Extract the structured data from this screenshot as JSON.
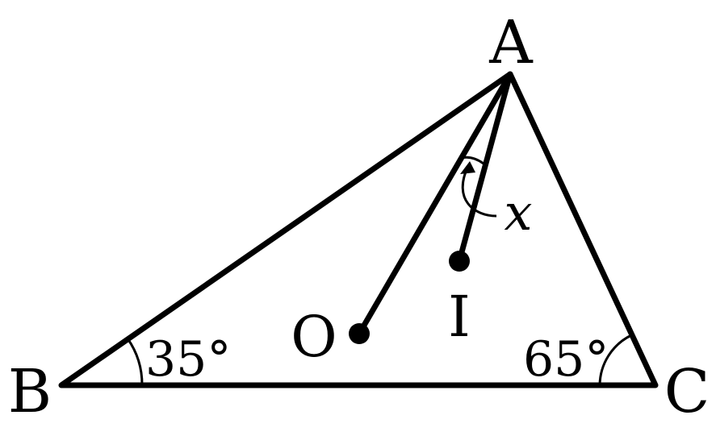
{
  "vertices": {
    "A": "A",
    "B": "B",
    "C": "C"
  },
  "points": {
    "O": "O",
    "I": "I"
  },
  "angles": {
    "B": "35°",
    "C": "65°",
    "x": "x"
  },
  "colors": {
    "stroke": "#000000",
    "background": "#ffffff"
  }
}
